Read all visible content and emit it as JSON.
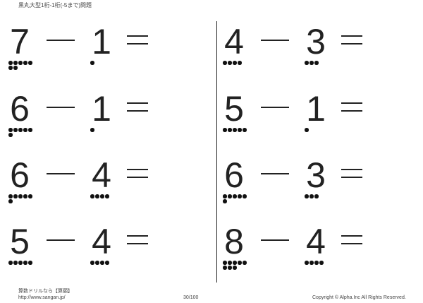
{
  "header": {
    "title": "黒丸大型1桁-1桁(-5まで)問題"
  },
  "problems": [
    {
      "a": 7,
      "b": 1,
      "a_label": "7",
      "b_label": "1",
      "col": "left"
    },
    {
      "a": 6,
      "b": 1,
      "a_label": "6",
      "b_label": "1",
      "col": "left"
    },
    {
      "a": 6,
      "b": 4,
      "a_label": "6",
      "b_label": "4",
      "col": "left"
    },
    {
      "a": 5,
      "b": 4,
      "a_label": "5",
      "b_label": "4",
      "col": "left"
    },
    {
      "a": 4,
      "b": 3,
      "a_label": "4",
      "b_label": "3",
      "col": "right"
    },
    {
      "a": 5,
      "b": 1,
      "a_label": "5",
      "b_label": "1",
      "col": "right"
    },
    {
      "a": 6,
      "b": 3,
      "a_label": "6",
      "b_label": "3",
      "col": "right"
    },
    {
      "a": 8,
      "b": 4,
      "a_label": "8",
      "b_label": "4",
      "col": "right"
    }
  ],
  "footer": {
    "brand": "算数ドリルなら【算願】",
    "url": "http://www.sangan.jp/",
    "page": "30/100",
    "copyright": "Copyright © Alpha.Inc All Rights Reserved."
  }
}
